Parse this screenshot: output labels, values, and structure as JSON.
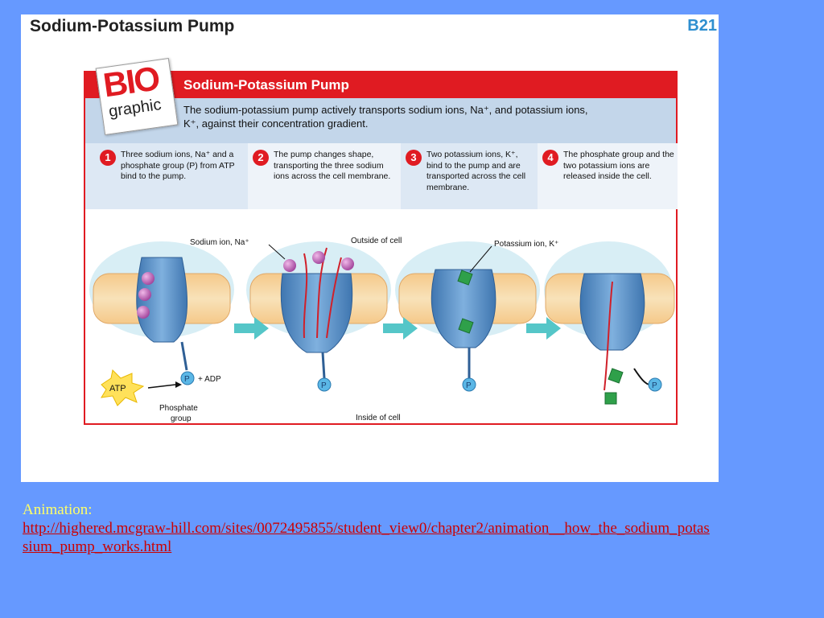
{
  "slide": {
    "title": "Sodium-Potassium Pump",
    "code": "B21",
    "logo": {
      "word": "BIO",
      "sub": "graphic"
    },
    "panel_title": "Sodium-Potassium Pump",
    "intro": "The sodium-potassium pump actively transports sodium ions, Na⁺, and potassium ions, K⁺, against their concentration gradient.",
    "steps": [
      {
        "num": "1",
        "text": "Three sodium ions, Na⁺ and a phosphate group (P) from ATP bind to the pump."
      },
      {
        "num": "2",
        "text": "The pump changes shape, transporting the three sodium ions across the cell membrane."
      },
      {
        "num": "3",
        "text": "Two potassium ions, K⁺, bind to the pump and are transported across the cell membrane."
      },
      {
        "num": "4",
        "text": "The phosphate group and the two potassium ions are released inside the cell."
      }
    ],
    "labels": {
      "sodium_ion": "Sodium ion, Na⁺",
      "outside": "Outside of cell",
      "potassium_ion": "Potassium ion, K⁺",
      "atp": "ATP",
      "p": "P",
      "plus_adp": "+ ADP",
      "phosphate1": "Phosphate",
      "phosphate2": "group",
      "inside": "Inside of cell"
    }
  },
  "footer": {
    "animation_label": "Animation:",
    "link_url": "http://highered.mcgraw-hill.com/sites/0072495855/student_view0/chapter2/animation__how_the_sodium_potassium_pump_works.html"
  }
}
